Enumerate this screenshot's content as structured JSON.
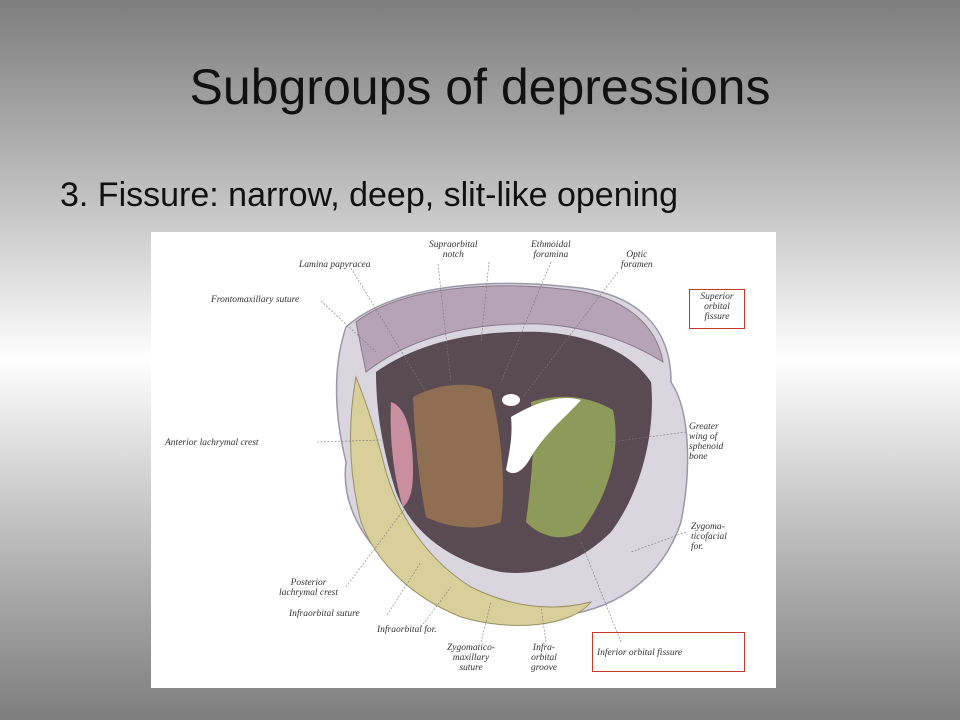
{
  "slide": {
    "title": "Subgroups of depressions",
    "bullet": "3. Fissure: narrow, deep, slit-like opening"
  },
  "figure": {
    "labels": {
      "supraorbital_notch_1": "Supraorbital",
      "supraorbital_notch_2": "notch",
      "ethmoidal_foramina_1": "Ethmoidal",
      "ethmoidal_foramina_2": "foramina",
      "optic_foramen_1": "Optic",
      "optic_foramen_2": "foramen",
      "lamina_papyracea": "Lamina papyracea",
      "frontomaxillary_suture": "Frontomaxillary suture",
      "superior_orbital_fissure_1": "Superior",
      "superior_orbital_fissure_2": "orbital",
      "superior_orbital_fissure_3": "fissure",
      "anterior_lachrymal_crest": "Anterior lachrymal crest",
      "greater_wing_1": "Greater",
      "greater_wing_2": "wing of",
      "greater_wing_3": "sphenoid",
      "greater_wing_4": "bone",
      "zygoma_1": "Zygoma-",
      "zygoma_2": "ticofacial",
      "zygoma_3": "for.",
      "posterior_crest_1": "Posterior",
      "posterior_crest_2": "lachrymal crest",
      "infraorbital_suture": "Infraorbital suture",
      "infraorbital_for": "Infraorbital for.",
      "zygomatico_1": "Zygomatico-",
      "zygomatico_2": "maxillary",
      "zygomatico_3": "suture",
      "infra_orbital_groove_1": "Infra-",
      "infra_orbital_groove_2": "orbital",
      "infra_orbital_groove_3": "groove",
      "inferior_orbital_fissure": "Inferior orbital fissure"
    },
    "colors": {
      "frontal": "#b6a4b6",
      "maxilla": "#d8cf9a",
      "ethmoid": "#8f6e52",
      "sphenoid": "#8e9a5a",
      "lacrimal": "#c98fa0",
      "zygomatic": "#d9d6e0",
      "highlight": "#c0392b"
    }
  }
}
